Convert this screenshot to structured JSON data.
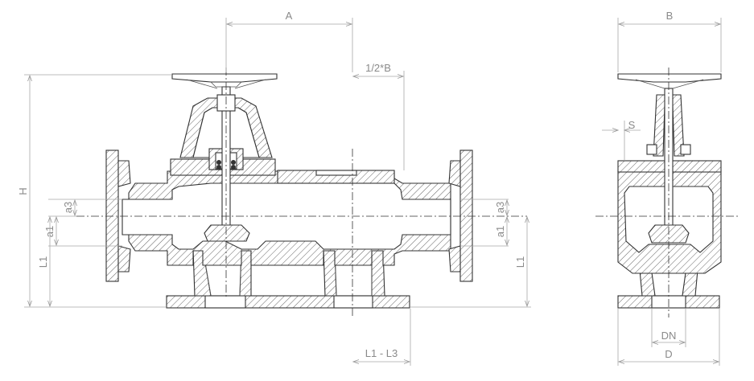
{
  "labels": {
    "A": "A",
    "half_B": "1/2*B",
    "B": "B",
    "H": "H",
    "a3": "a3",
    "a1": "a1",
    "L1": "L1",
    "L1_L3": "L1 - L3",
    "S": "S",
    "DN": "DN",
    "D": "D"
  }
}
